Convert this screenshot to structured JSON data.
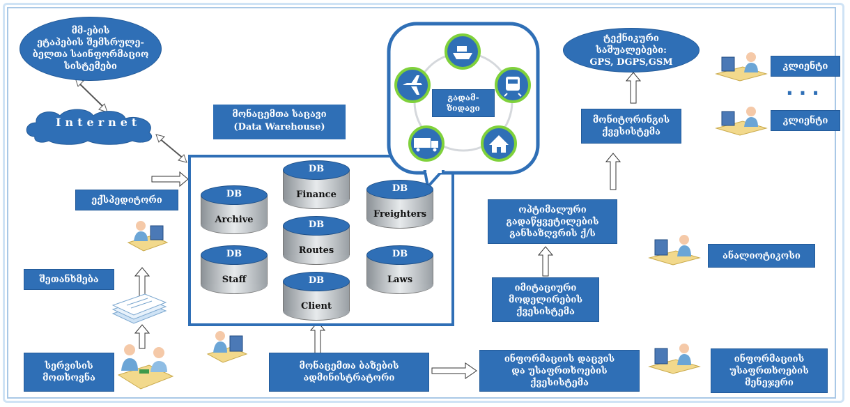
{
  "ovals": {
    "stage_systems": "მმ-ების\nეტაპების შემსრულე-\nბელთა საინფორმაციო\nსისტემები",
    "technical_means": "ტექნიკური\nსაშუალებები:\nGPS, DGPS,GSM"
  },
  "cloud": {
    "internet": "Internet"
  },
  "labels": {
    "data_warehouse": "მონაცემთა საცავი\n(Data Warehouse)",
    "forwarder": "ექსპედიტორი",
    "agreement": "შეთანხმება",
    "service_request": "სერვისის\nმოთხოვნა",
    "db_admin": "მონაცემთა ბაზების\nადმინისტრატორი",
    "monitoring": "მონიტორინგის\nქვესისტემა",
    "client_1": "კლიენტი",
    "client_2": "კლიენტი",
    "dots": "...",
    "optimal": "ოპტიმალური\nგადაწყვეტილების\nგანსაზღვრის ქ/ს",
    "analyst": "ანალიოტიკოსი",
    "simulation": "იმიტაციური\nმოდელირების\nქვესისტემა",
    "security_sub": "ინფორმაციის დაცვის\nდა უსაფრთხოების\nქვესისტემა",
    "security_mgr": "ინფორმაციის\nუსაფრთხოების\nმენეჯერი",
    "transport": "გადამ-\nზიდავი"
  },
  "databases": {
    "db_tag": "DB",
    "archive": "Archive",
    "finance": "Finance",
    "freighters": "Freighters",
    "routes": "Routes",
    "staff": "Staff",
    "laws": "Laws",
    "client": "Client"
  },
  "icons": {
    "transport_nodes": [
      "ship-icon",
      "train-icon",
      "house-icon",
      "truck-icon",
      "airplane-icon"
    ],
    "people": [
      "operator-icon",
      "client-icon",
      "analyst-icon",
      "manager-icon"
    ]
  },
  "colors": {
    "box": "#2f6fb6",
    "circle_green": "#7fd13b"
  }
}
